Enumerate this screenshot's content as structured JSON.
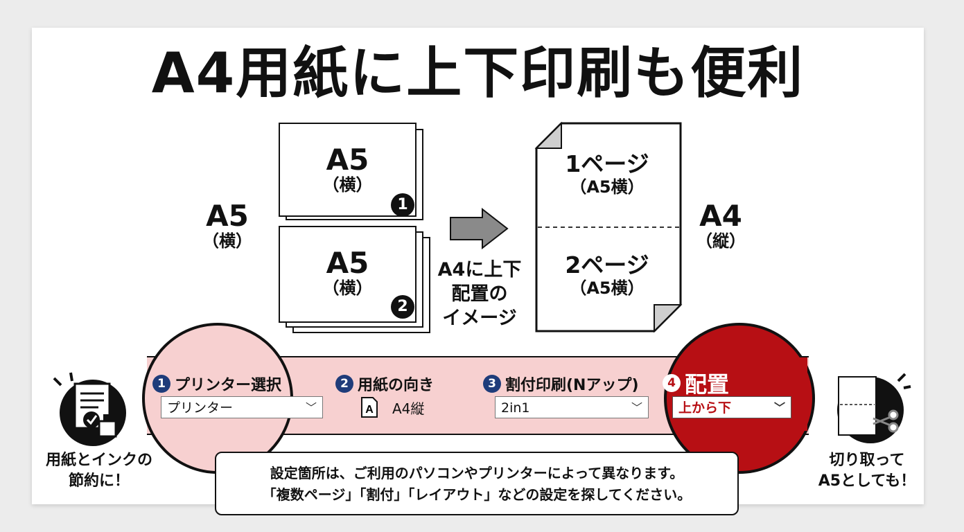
{
  "title": "A4用紙に上下印刷も便利",
  "left_label": {
    "size": "A5",
    "orient": "（横）"
  },
  "sheet1": {
    "size": "A5",
    "orient": "（横）",
    "num": "1"
  },
  "sheet2": {
    "size": "A5",
    "orient": "（横）",
    "num": "2"
  },
  "middle_text": [
    "A4に上下",
    "配置の",
    "イメージ"
  ],
  "a4_sheet": {
    "top_page": "1ページ",
    "top_orient": "（A5横）",
    "bottom_page": "2ページ",
    "bottom_orient": "（A5横）"
  },
  "right_label": {
    "size": "A4",
    "orient": "（縦）"
  },
  "steps": {
    "s1": {
      "num": "1",
      "label": "プリンター選択",
      "value": "プリンター"
    },
    "s2": {
      "num": "2",
      "label": "用紙の向き",
      "icon_letter": "A",
      "value": "A4縦"
    },
    "s3": {
      "num": "3",
      "label": "割付印刷(Nアップ)",
      "value": "2in1"
    },
    "s4": {
      "num": "4",
      "label": "配置",
      "value": "上から下"
    }
  },
  "left_caption": [
    "用紙とインクの",
    "節約に！"
  ],
  "right_caption": [
    "切り取って",
    "A5としても！"
  ],
  "note": [
    "設定箇所は、ご利用のパソコンやプリンターによって異なります。",
    "「複数ページ」「割付」「レイアウト」などの設定を探してください。"
  ],
  "colors": {
    "accent_red": "#b70f14",
    "band_pink": "#f7d0d0",
    "step_blue": "#1f3c7a"
  },
  "icons": [
    "document-check-icon",
    "ink-bottle-icon",
    "paper-cut-icon",
    "scissors-icon",
    "chevron-down-icon",
    "arrow-right-icon",
    "portrait-page-icon"
  ]
}
